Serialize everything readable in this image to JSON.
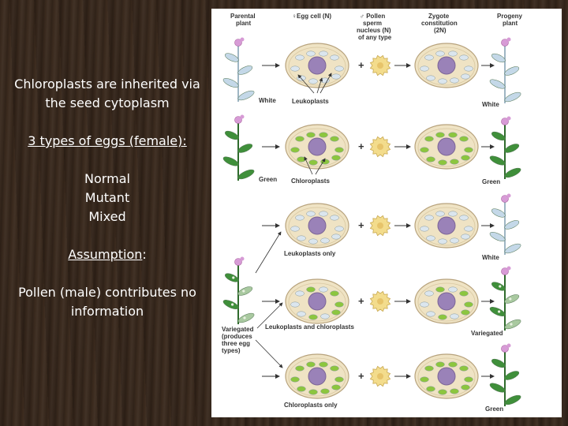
{
  "slide": {
    "line1": "Chloroplasts are inherited via the seed cytoplasm",
    "line2": "3 types of eggs (female):",
    "types": [
      "Normal",
      "Mutant",
      "Mixed"
    ],
    "assumption_label": "Assumption",
    "assumption_colon": ":",
    "line_last": "Pollen (male) contributes no information"
  },
  "figure": {
    "headers": {
      "parental": [
        "Parental",
        "plant"
      ],
      "egg": "♀Egg cell (N)",
      "pollen": [
        "♂ Pollen",
        "sperm",
        "nucleus (N)",
        "of any type"
      ],
      "zygote": [
        "Zygote",
        "constitution",
        "(2N)"
      ],
      "progeny": [
        "Progeny",
        "plant"
      ]
    },
    "labels": {
      "white_parent": "White",
      "leukoplasts": "Leukoplasts",
      "white_progeny_1": "White",
      "green_parent": "Green",
      "chloroplasts": "Chloroplasts",
      "green_progeny_1": "Green",
      "leukoplasts_only": "Leukoplasts only",
      "white_progeny_2": "White",
      "variegated_parent": [
        "Variegated",
        "(produces",
        "three egg",
        "types)"
      ],
      "leuko_and_chloro": "Leukoplasts and chloroplasts",
      "variegated_progeny": "Variegated",
      "chloroplasts_only": "Chloroplasts only",
      "green_progeny_2": "Green"
    },
    "colors": {
      "cell_fill": "#efe3c4",
      "nucleus": "#9a82b8",
      "leukoplast": "#dbe6ee",
      "chloroplast": "#8cc63f",
      "pollen": "#f3dc8c",
      "white_leaf": "#c4d8e8",
      "green_leaf": "#3f8f3a",
      "flower": "#d79bd6"
    }
  }
}
